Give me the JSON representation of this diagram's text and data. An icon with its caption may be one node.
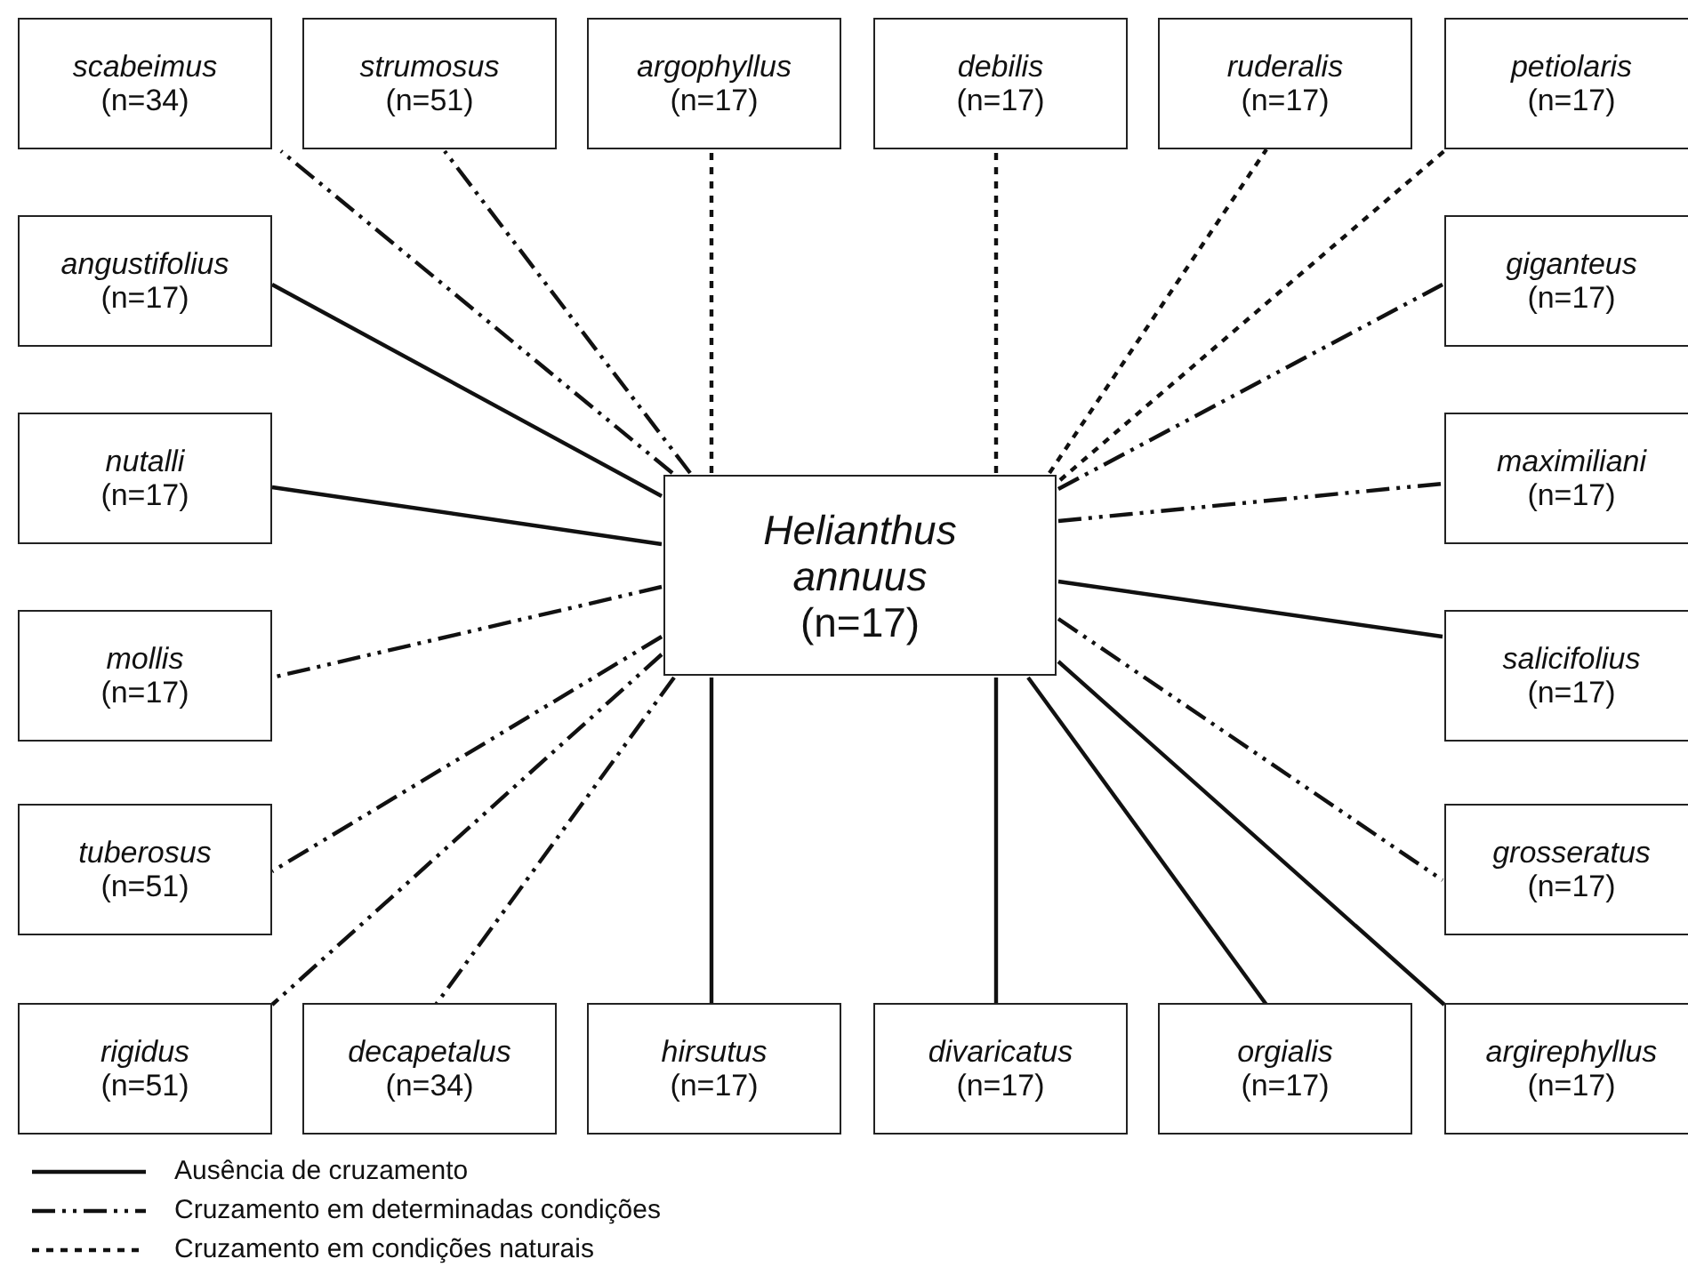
{
  "diagram": {
    "nodes": [
      {
        "text": [
          "scabeimus",
          "(n=34)"
        ]
      },
      {
        "text": [
          "strumosus",
          "(n=51)"
        ]
      },
      {
        "text": [
          "argophyllus",
          "(n=17)"
        ]
      },
      {
        "text": [
          "debilis",
          "(n=17)"
        ]
      },
      {
        "text": [
          "ruderalis",
          "(n=17)"
        ]
      },
      {
        "text": [
          "petiolaris",
          "(n=17)"
        ]
      },
      {
        "text": [
          "angustifolius",
          "(n=17)"
        ]
      },
      {
        "text": [
          "giganteus",
          "(n=17)"
        ]
      },
      {
        "text": [
          "nutalli",
          "(n=17)"
        ]
      },
      {
        "text": [
          "Helianthus annuus",
          "(n=17)"
        ]
      },
      {
        "text": [
          "maximiliani",
          "(n=17)"
        ]
      },
      {
        "text": [
          "mollis",
          "(n=17)"
        ]
      },
      {
        "text": [
          "salicifolius",
          "(n=17)"
        ]
      },
      {
        "text": [
          "tuberosus",
          "(n=51)"
        ]
      },
      {
        "text": [
          "grosseratus",
          "(n=17)"
        ]
      },
      {
        "text": [
          "rigidus",
          "(n=51)"
        ]
      },
      {
        "text": [
          "decapetalus",
          "(n=34)"
        ]
      },
      {
        "text": [
          "hirsutus",
          "(n=17)"
        ]
      },
      {
        "text": [
          "divaricatus",
          "(n=17)"
        ]
      },
      {
        "text": [
          "orgialis",
          "(n=17)"
        ]
      },
      {
        "text": [
          "argirephyllus",
          "(n=17)"
        ]
      }
    ],
    "edges": [
      {
        "from": 9,
        "to": 0,
        "arrow": "none",
        "style": "dashed"
      },
      {
        "from": 9,
        "to": 1,
        "arrow": "none",
        "style": "dashed"
      },
      {
        "from": 9,
        "to": 2,
        "arrow": "none",
        "style": "dashed"
      },
      {
        "from": 9,
        "to": 3,
        "arrow": "none",
        "style": "dashed"
      },
      {
        "from": 9,
        "to": 4,
        "arrow": "none",
        "style": "dashed"
      },
      {
        "from": 9,
        "to": 5,
        "arrow": "none",
        "style": "dashed"
      },
      {
        "from": 9,
        "to": 6,
        "arrow": "none"
      },
      {
        "from": 9,
        "to": 7,
        "arrow": "none",
        "style": "dashed"
      },
      {
        "from": 9,
        "to": 8,
        "arrow": "none"
      },
      {
        "from": 9,
        "to": 10,
        "arrow": "none",
        "style": "dashed"
      },
      {
        "from": 9,
        "to": 11,
        "arrow": "none",
        "style": "dashed"
      },
      {
        "from": 9,
        "to": 12,
        "arrow": "none"
      },
      {
        "from": 9,
        "to": 13,
        "arrow": "none",
        "style": "dashed"
      },
      {
        "from": 9,
        "to": 14,
        "arrow": "none",
        "style": "dashed"
      },
      {
        "from": 9,
        "to": 15,
        "arrow": "none",
        "style": "dashed"
      },
      {
        "from": 9,
        "to": 16,
        "arrow": "none",
        "style": "dashed"
      },
      {
        "from": 9,
        "to": 17,
        "arrow": "none"
      },
      {
        "from": 9,
        "to": 18,
        "arrow": "none"
      },
      {
        "from": 9,
        "to": 19,
        "arrow": "none"
      },
      {
        "from": 9,
        "to": 20,
        "arrow": "none"
      }
    ],
    "legend": [
      {
        "text": "Ausência de cruzamento"
      },
      {
        "text": "Cruzamento em determinadas condições"
      },
      {
        "text": "Cruzamento em condições naturais"
      }
    ]
  }
}
